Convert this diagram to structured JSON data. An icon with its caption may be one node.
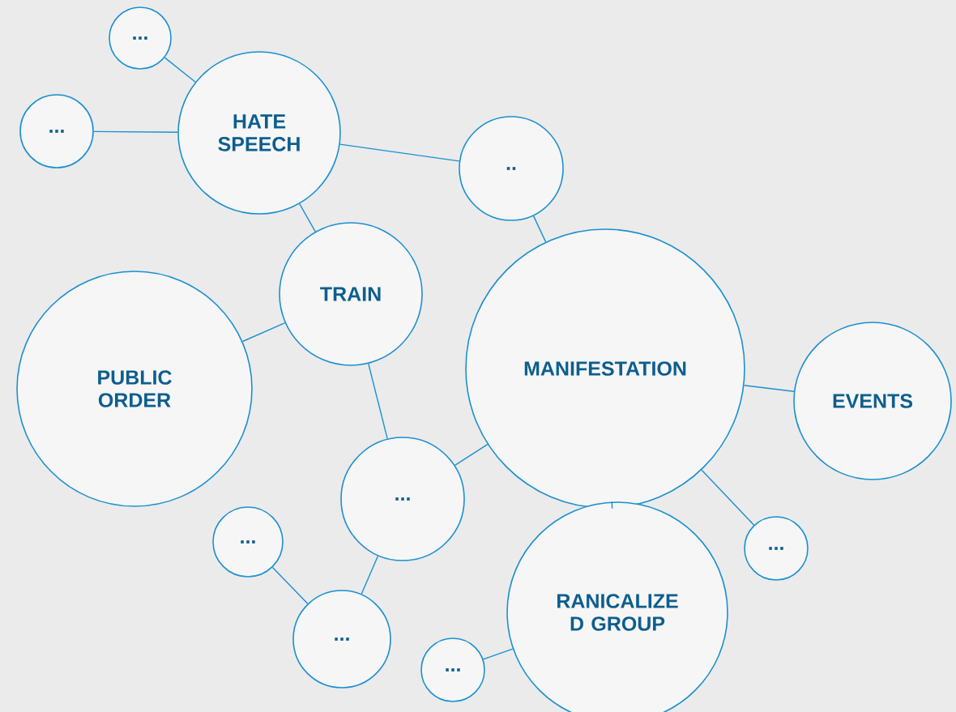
{
  "diagram": {
    "nodes": [
      {
        "text": [
          "..."
        ]
      },
      {
        "text": [
          "HATE SPEECH"
        ]
      },
      {
        "text": [
          "..."
        ]
      },
      {
        "text": [
          ".."
        ]
      },
      {
        "text": [
          "TRAIN"
        ]
      },
      {
        "text": [
          "PUBLIC ORDER"
        ]
      },
      {
        "text": [
          "MANIFESTATION"
        ]
      },
      {
        "text": [
          "EVENTS"
        ]
      },
      {
        "text": [
          "..."
        ]
      },
      {
        "text": [
          "..."
        ]
      },
      {
        "text": [
          "..."
        ]
      },
      {
        "text": [
          "RANICALIZE D GROUP"
        ]
      },
      {
        "text": [
          "..."
        ]
      },
      {
        "text": [
          "..."
        ]
      }
    ],
    "edges": [
      {
        "from": 0,
        "to": 1,
        "arrow": "none"
      },
      {
        "from": 2,
        "to": 1,
        "arrow": "none"
      },
      {
        "from": 1,
        "to": 3,
        "arrow": "none"
      },
      {
        "from": 1,
        "to": 4,
        "arrow": "none"
      },
      {
        "from": 3,
        "to": 6,
        "arrow": "none"
      },
      {
        "from": 4,
        "to": 5,
        "arrow": "none"
      },
      {
        "from": 4,
        "to": 8,
        "arrow": "none"
      },
      {
        "from": 8,
        "to": 6,
        "arrow": "none"
      },
      {
        "from": 6,
        "to": 7,
        "arrow": "none"
      },
      {
        "from": 6,
        "to": 10,
        "arrow": "none"
      },
      {
        "from": 6,
        "to": 11,
        "arrow": "none"
      },
      {
        "from": 9,
        "to": 12,
        "arrow": "none"
      },
      {
        "from": 12,
        "to": 8,
        "arrow": "none"
      },
      {
        "from": 13,
        "to": 11,
        "arrow": "none"
      }
    ]
  }
}
